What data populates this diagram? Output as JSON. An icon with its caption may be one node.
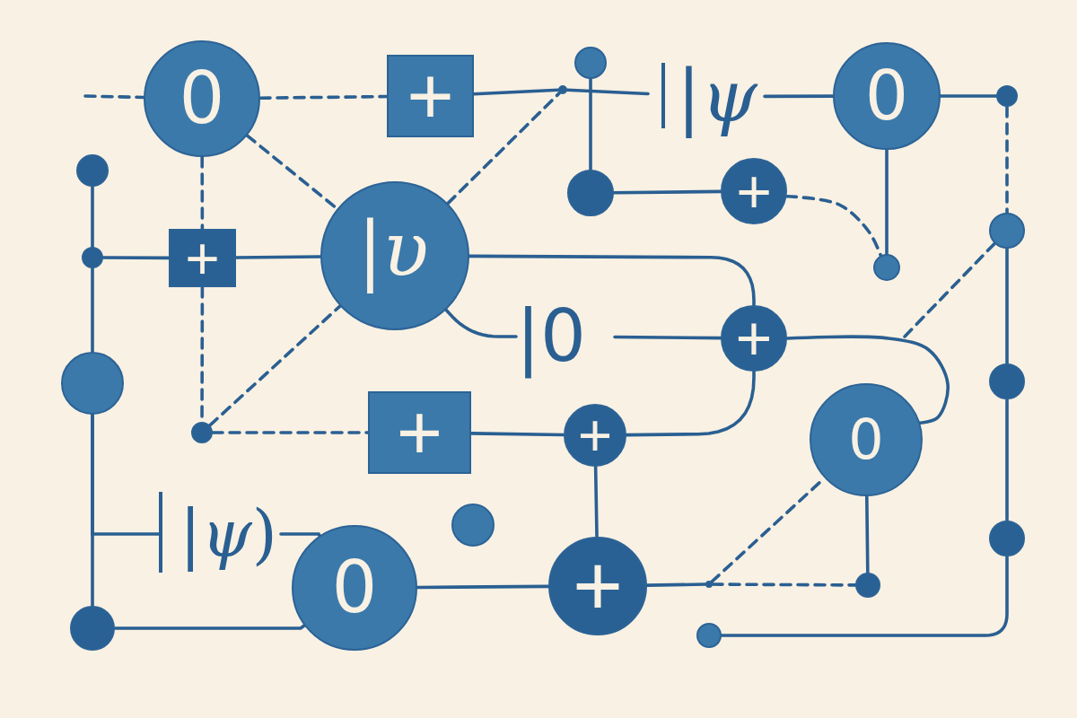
{
  "diagram": {
    "nodes": [
      {
        "text": [
          "0"
        ]
      },
      {
        "text": [
          "+"
        ]
      },
      {
        "text": [],
        "shape": "circle"
      },
      {
        "text": [],
        "shape": "circle"
      },
      {
        "text": [
          "|*ψ*"
        ]
      },
      {
        "text": [
          "0"
        ]
      },
      {
        "text": [],
        "shape": "circle"
      },
      {
        "text": [],
        "shape": "circle"
      },
      {
        "text": [],
        "shape": "circle"
      },
      {
        "text": [
          "+"
        ]
      },
      {
        "text": [],
        "shape": "circle"
      },
      {
        "text": [],
        "shape": "circle"
      },
      {
        "text": [
          "+"
        ]
      },
      {
        "text": [
          "|*υ*"
        ]
      },
      {
        "text": [],
        "shape": "circle"
      },
      {
        "text": [
          "|0"
        ]
      },
      {
        "text": [
          "+"
        ]
      },
      {
        "text": [],
        "shape": "circle"
      },
      {
        "text": [],
        "shape": "circle"
      },
      {
        "text": [],
        "shape": "circle"
      },
      {
        "text": [
          "+"
        ]
      },
      {
        "text": [
          "+"
        ]
      },
      {
        "text": [
          "0"
        ]
      },
      {
        "text": [],
        "shape": "circle"
      },
      {
        "text": [
          "|*ψ*)"
        ]
      },
      {
        "text": [],
        "shape": "circle"
      },
      {
        "text": [
          "0"
        ]
      },
      {
        "text": [
          "+"
        ]
      },
      {
        "text": [],
        "shape": "circle"
      },
      {
        "text": [],
        "shape": "circle"
      },
      {
        "text": [],
        "shape": "circle"
      },
      {
        "text": [],
        "shape": "circle"
      }
    ],
    "edges": [
      {
        "from": null,
        "to": 0,
        "arrow": "none",
        "style": "dashed"
      },
      {
        "from": 0,
        "to": 1,
        "arrow": "none",
        "style": "dashed"
      },
      {
        "from": 1,
        "to": 2,
        "arrow": "none"
      },
      {
        "from": 13,
        "to": 2,
        "arrow": "none",
        "style": "dashed"
      },
      {
        "from": 2,
        "to": 4,
        "arrow": "none"
      },
      {
        "from": 3,
        "to": 8,
        "arrow": "none"
      },
      {
        "from": 4,
        "to": 5,
        "arrow": "none"
      },
      {
        "from": 5,
        "to": 6,
        "arrow": "none"
      },
      {
        "from": 6,
        "to": 10,
        "arrow": "none",
        "style": "dashed"
      },
      {
        "from": 5,
        "to": 14,
        "arrow": "none"
      },
      {
        "from": 8,
        "to": 9,
        "arrow": "none"
      },
      {
        "from": 9,
        "to": 14,
        "arrow": "none",
        "style": "dashed"
      },
      {
        "from": 7,
        "to": 11,
        "arrow": "none"
      },
      {
        "from": 11,
        "to": 12,
        "arrow": "none"
      },
      {
        "from": 12,
        "to": 13,
        "arrow": "none"
      },
      {
        "from": 0,
        "to": 12,
        "arrow": "none",
        "style": "dashed"
      },
      {
        "from": 12,
        "to": 19,
        "arrow": "none",
        "style": "dashed"
      },
      {
        "from": 0,
        "to": 13,
        "arrow": "none",
        "style": "dashed"
      },
      {
        "from": 19,
        "to": 13,
        "arrow": "none",
        "style": "dashed"
      },
      {
        "from": 13,
        "to": 16,
        "arrow": "none"
      },
      {
        "from": 13,
        "to": 15,
        "arrow": "none"
      },
      {
        "from": 15,
        "to": 16,
        "arrow": "none"
      },
      {
        "from": 16,
        "to": 22,
        "arrow": "none"
      },
      {
        "from": 10,
        "to": null,
        "arrow": "none",
        "style": "dashed"
      },
      {
        "from": 10,
        "to": 18,
        "arrow": "none"
      },
      {
        "from": 18,
        "to": 25,
        "arrow": "none"
      },
      {
        "from": 25,
        "to": 31,
        "arrow": "none"
      },
      {
        "from": 11,
        "to": 17,
        "arrow": "none"
      },
      {
        "from": 17,
        "to": 30,
        "arrow": "none"
      },
      {
        "from": 17,
        "to": 24,
        "arrow": "none"
      },
      {
        "from": 30,
        "to": 26,
        "arrow": "none"
      },
      {
        "from": 24,
        "to": 26,
        "arrow": "none"
      },
      {
        "from": 19,
        "to": 20,
        "arrow": "none",
        "style": "dashed"
      },
      {
        "from": 20,
        "to": 21,
        "arrow": "none"
      },
      {
        "from": 21,
        "to": 16,
        "arrow": "none"
      },
      {
        "from": 21,
        "to": 27,
        "arrow": "none"
      },
      {
        "from": 26,
        "to": 27,
        "arrow": "none"
      },
      {
        "from": 27,
        "to": 28,
        "arrow": "none"
      },
      {
        "from": 28,
        "to": 29,
        "arrow": "none",
        "style": "dashed"
      },
      {
        "from": 28,
        "to": 22,
        "arrow": "none",
        "style": "dashed"
      },
      {
        "from": 22,
        "to": 29,
        "arrow": "none"
      }
    ]
  }
}
